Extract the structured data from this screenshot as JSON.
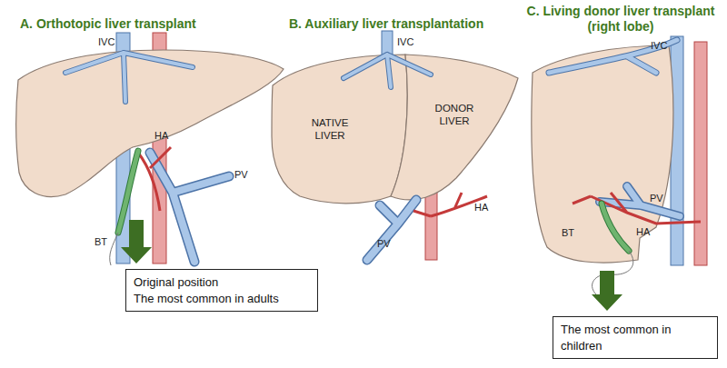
{
  "diagram": {
    "nodes": [
      {
        "text": [
          "A. Orthotopic liver transplant"
        ]
      },
      {
        "text": [
          "B. Auxiliary liver transplantation"
        ]
      },
      {
        "text": [
          "C. Living donor liver transplant (right lobe)"
        ]
      },
      {
        "text": [
          "Original position",
          "The most common in adults"
        ]
      },
      {
        "text": [
          "The most common in children"
        ]
      }
    ],
    "edges": [
      {
        "from": 0,
        "to": 3,
        "arrow": "to"
      },
      {
        "from": 2,
        "to": 4,
        "arrow": "to"
      }
    ],
    "labels": [
      "IVC",
      "HA",
      "PV",
      "BT",
      "IVC",
      "NATIVE LIVER",
      "DONOR LIVER",
      "HA",
      "PV",
      "IVC",
      "PV",
      "HA",
      "BT"
    ]
  }
}
